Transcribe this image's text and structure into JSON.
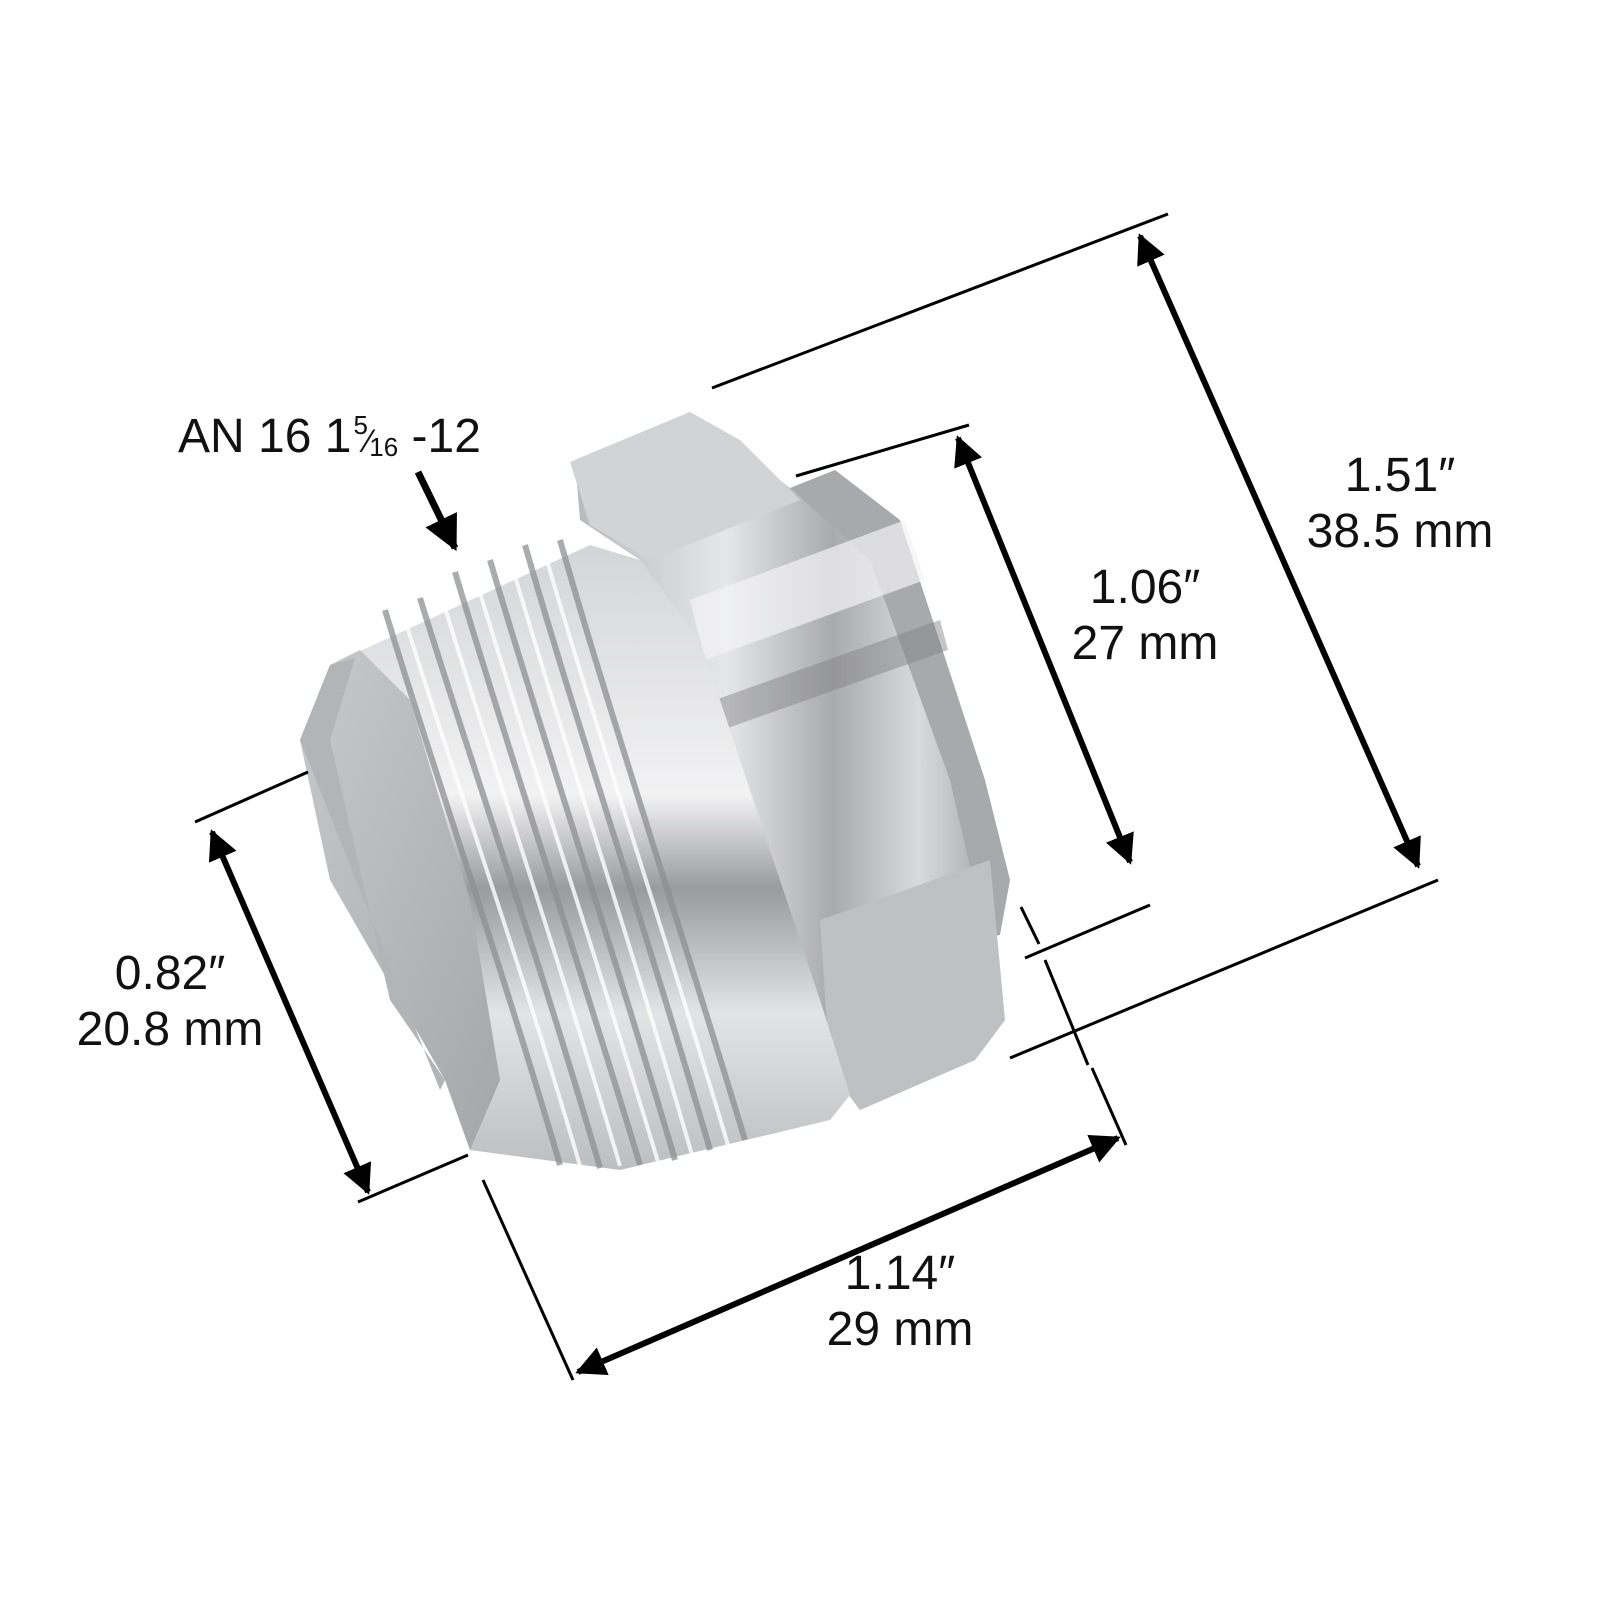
{
  "image": {
    "subject": "AN 16 threaded aluminum plug fitting with dimension annotations",
    "background_color": "#ffffff",
    "metal_color": "#c4c5c7",
    "line_color": "#000000"
  },
  "annotations": {
    "thread_spec": {
      "prefix": "AN 16 1",
      "fraction_numerator": "5",
      "fraction_slash": "⁄",
      "fraction_denominator": "16",
      "suffix": " -12"
    },
    "overall_flange_diameter": {
      "imperial": "1.51″",
      "metric": "38.5 mm"
    },
    "hex_body_diameter": {
      "imperial": "1.06″",
      "metric": "27 mm"
    },
    "nose_diameter": {
      "imperial": "0.82″",
      "metric": "20.8 mm"
    },
    "overall_length": {
      "imperial": "1.14″",
      "metric": "29 mm"
    }
  },
  "icons": {
    "thread_pointer": "arrow-down-right-icon",
    "dimension_arrows": "double-headed-arrow-icon"
  }
}
